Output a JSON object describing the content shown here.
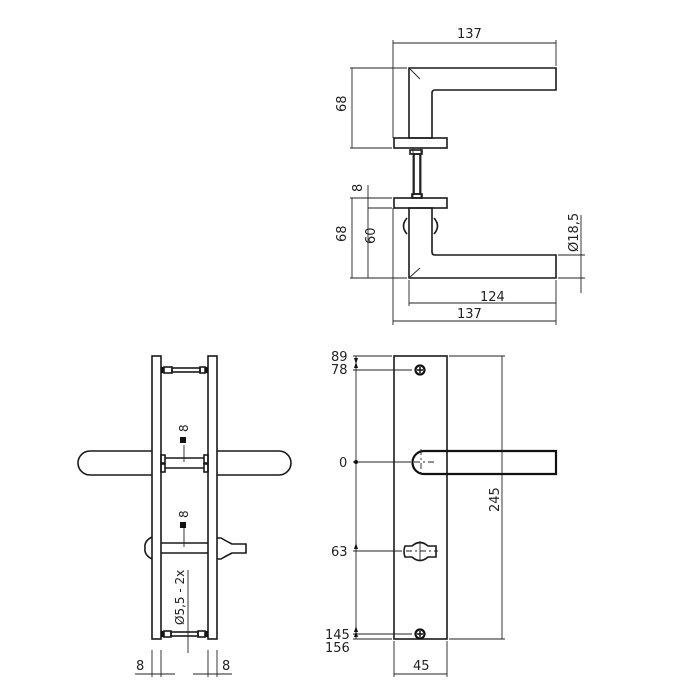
{
  "drawing": {
    "title": "Door handle on long plate with WC turn/release - technical drawing",
    "views": {
      "top_view": {
        "dims": {
          "overall_length_top": "137",
          "height_top_lever": "68",
          "rose_thickness": "8",
          "height_bottom_lever_outer": "68",
          "height_bottom_lever_inner": "60",
          "grip_diameter": "Ø18,5",
          "grip_length": "124",
          "overall_length_bottom": "137"
        }
      },
      "side_view": {
        "dims": {
          "spindle_square_top": "8",
          "spindle_square_bottom": "8",
          "screw_hole": "Ø5,5 - 2x",
          "plate_thickness_left": "8",
          "plate_thickness_right": "8"
        }
      },
      "front_view": {
        "ordinates": {
          "top_edge": "89",
          "top_screw": "78",
          "lever_axis": "0",
          "wc_turn_axis": "63",
          "bottom_screw": "145",
          "bottom_edge": "156"
        },
        "dims": {
          "plate_height": "245",
          "plate_width": "45"
        }
      }
    }
  }
}
